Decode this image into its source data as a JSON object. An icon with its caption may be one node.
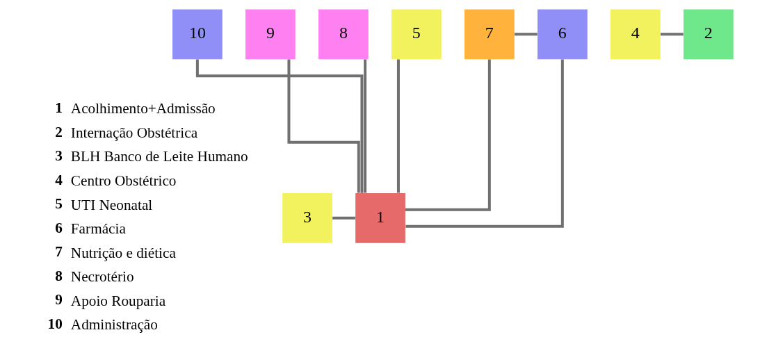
{
  "diagram": {
    "nodes": [
      {
        "text": [
          "10"
        ]
      },
      {
        "text": [
          "9"
        ]
      },
      {
        "text": [
          "8"
        ]
      },
      {
        "text": [
          "5"
        ]
      },
      {
        "text": [
          "7"
        ]
      },
      {
        "text": [
          "6"
        ]
      },
      {
        "text": [
          "4"
        ]
      },
      {
        "text": [
          "2"
        ]
      },
      {
        "text": [
          "3"
        ]
      },
      {
        "text": [
          "1"
        ]
      }
    ],
    "edges": [
      {
        "from": 8,
        "to": 9,
        "arrow": "none"
      },
      {
        "from": 4,
        "to": 5,
        "arrow": "none"
      },
      {
        "from": 6,
        "to": 7,
        "arrow": "none"
      },
      {
        "from": 9,
        "to": 4,
        "arrow": "none"
      },
      {
        "from": 9,
        "to": 5,
        "arrow": "none"
      },
      {
        "from": 9,
        "to": 3,
        "arrow": "none"
      },
      {
        "from": 9,
        "to": 0,
        "arrow": "none"
      },
      {
        "from": 9,
        "to": 1,
        "arrow": "none"
      },
      {
        "from": 9,
        "to": 2,
        "arrow": "none"
      }
    ],
    "labels": [
      "1",
      "Acolhimento+Admissão",
      "2",
      "Internação Obstétrica",
      "3",
      "BLH Banco de Leite Humano",
      "4",
      "Centro Obstétrico",
      "5",
      "UTI Neonatal",
      "6",
      "Farmácia",
      "7",
      "Nutrição e diética",
      "8",
      "Necrotério",
      "9",
      "Apoio Rouparia",
      "10",
      "Administração"
    ]
  }
}
